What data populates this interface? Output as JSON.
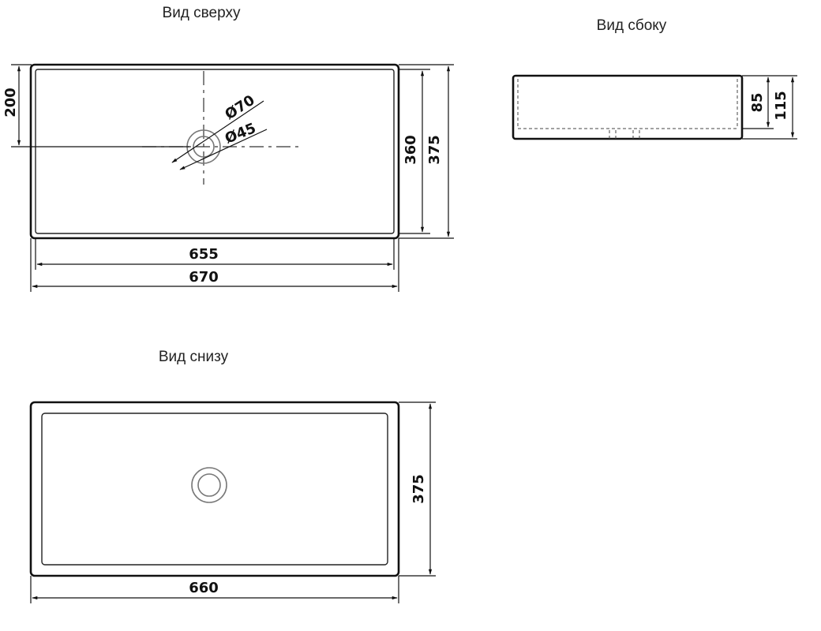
{
  "views": {
    "top": {
      "title": "Вид сверху"
    },
    "side": {
      "title": "Вид сбоку"
    },
    "bottom": {
      "title": "Вид снизу"
    }
  },
  "dimensions": {
    "top_inner_width": "655",
    "top_outer_width": "670",
    "top_inner_height": "360",
    "top_outer_height": "375",
    "top_drain_offset": "200",
    "drain_outer_dia": "Ø70",
    "drain_inner_dia": "Ø45",
    "side_bowl_height": "85",
    "side_total_height": "115",
    "bottom_height": "375",
    "bottom_width": "660"
  }
}
